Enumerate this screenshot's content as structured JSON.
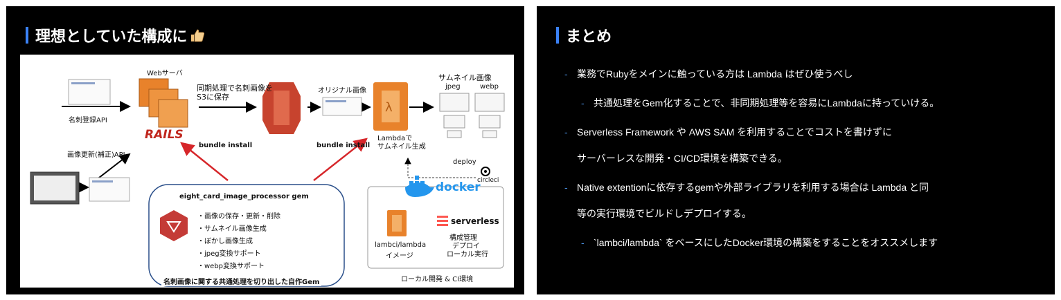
{
  "left_slide": {
    "title": "理想としていた構成に",
    "thumb_icon": "thumbs-up-icon",
    "diagram": {
      "web_server_label": "Webサーバ",
      "rails_label": "RAILS",
      "sync_label_1": "同期処理で名刺画像を",
      "sync_label_2": "S3に保存",
      "original_image_label": "オリジナル画像",
      "thumbnail_label": "サムネイル画像",
      "jpeg_label": "jpeg",
      "webp_label": "webp",
      "card_register_api": "名刺登録API",
      "image_update_api": "画像更新(補正)API",
      "bundle_install_1": "bundle install",
      "bundle_install_2": "bundle install",
      "lambda_label_1": "Lambdaで",
      "lambda_label_2": "サムネイル生成",
      "deploy_label": "deploy",
      "circleci_label": "circleci",
      "docker_label": "docker",
      "gem_name": "eight_card_image_processor gem",
      "gem_features": [
        "・画像の保存・更新・削除",
        "・サムネイル画像生成",
        "・ぼかし画像生成",
        "・jpeg変換サポート",
        "・webp変換サポート"
      ],
      "gem_caption": "名刺画像に関する共通処理を切り出した自作Gem",
      "lambci_label_1": "lambci/lambda",
      "lambci_label_2": "イメージ",
      "serverless_label": "serverless",
      "serverless_desc_1": "構成管理",
      "serverless_desc_2": "デプロイ",
      "serverless_desc_3": "ローカル実行",
      "local_env_label": "ローカル開発 & CI環境"
    }
  },
  "right_slide": {
    "title": "まとめ",
    "bullets": [
      {
        "text": "業務でRubyをメインに触っている方は Lambda はぜひ使うべし",
        "level": 1
      },
      {
        "text": "共通処理をGem化することで、非同期処理等を容易にLambdaに持っていける。",
        "level": 2
      },
      {
        "text": "Serverless Framework や AWS SAM を利用することでコストを書けずに",
        "level": 1
      },
      {
        "text": "サーバーレスな開発・CI/CD環境を構築できる。",
        "level": 0
      },
      {
        "text": "Native extentionに依存するgemや外部ライブラリを利用する場合は Lambda と同",
        "level": 1
      },
      {
        "text": "等の実行環境でビルドしデプロイする。",
        "level": 0
      },
      {
        "text": "`lambci/lambda` をベースにしたDocker環境の構築をすることをオススメします",
        "level": 2
      }
    ]
  },
  "colors": {
    "accent_bar": "#3b82f6",
    "bullet_dash": "#4a90e2",
    "aws_orange": "#e8822b",
    "s3_red": "#c7432e",
    "rails_red": "#c0271e",
    "docker_blue": "#2496ed",
    "gem_border": "#2a4f8a",
    "arrow_red": "#d6262a"
  }
}
